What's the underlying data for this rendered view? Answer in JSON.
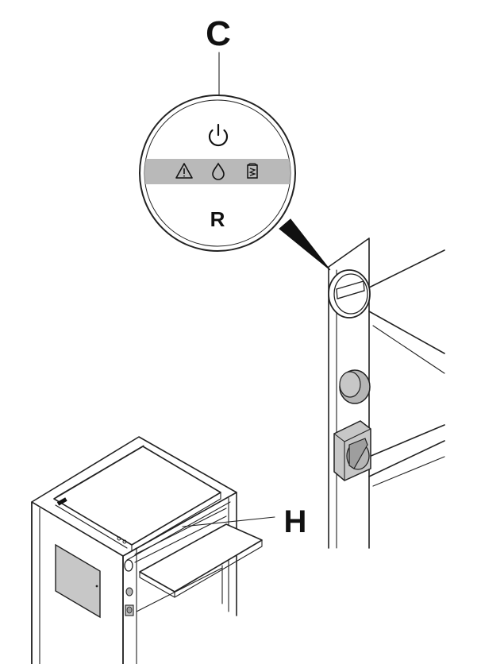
{
  "labels": {
    "c": "C",
    "r": "R",
    "h": "H"
  },
  "icons": {
    "power": "power-icon",
    "warning": "warning-icon",
    "drop": "drop-icon",
    "bag": "bag-full-icon"
  },
  "colors": {
    "indicator_band": "#b9b9b9",
    "panel_gray": "#c7c7c7",
    "knob_gray": "#b5b5b5",
    "line": "#222222"
  }
}
